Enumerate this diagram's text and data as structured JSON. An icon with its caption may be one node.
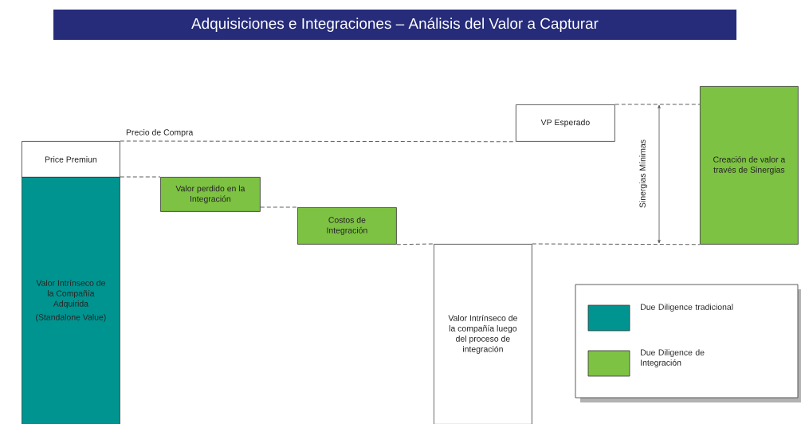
{
  "diagram": {
    "title": "Adquisiciones e Integraciones – Análisis del Valor a Capturar",
    "nodes": [
      {
        "text": [
          "Price Premiun"
        ]
      },
      {
        "text": [
          "Valor Intrínseco de la Compañía Adquirida",
          "(Standalone Value)"
        ]
      },
      {
        "text": [
          "Valor perdido en la Integración"
        ]
      },
      {
        "text": [
          "Costos de Integración"
        ]
      },
      {
        "text": [
          "Valor Intrínseco de la compañía luego del proceso de integración"
        ]
      },
      {
        "text": [
          "VP Esperado"
        ]
      },
      {
        "text": [
          "Creación de valor a través de Sinergias"
        ]
      }
    ],
    "edges": [
      {
        "from": 0,
        "to": 5,
        "arrow": "none",
        "style": "dashed",
        "label": "Precio de Compra"
      },
      {
        "from": 1,
        "to": 2,
        "arrow": "none",
        "style": "dashed"
      },
      {
        "from": 2,
        "to": 3,
        "arrow": "none",
        "style": "dashed"
      },
      {
        "from": 3,
        "to": 4,
        "arrow": "none",
        "style": "dashed"
      },
      {
        "from": 4,
        "to": 6,
        "arrow": "none",
        "style": "dashed"
      },
      {
        "from": 5,
        "to": 6,
        "arrow": "none",
        "style": "dashed"
      }
    ],
    "labels": [
      "Sinergias Mínimas"
    ],
    "legend": [
      {
        "text": "Due Diligence tradicional",
        "color": "#009490"
      },
      {
        "text": "Due Diligence de Integración",
        "color": "#7dc242"
      }
    ]
  }
}
